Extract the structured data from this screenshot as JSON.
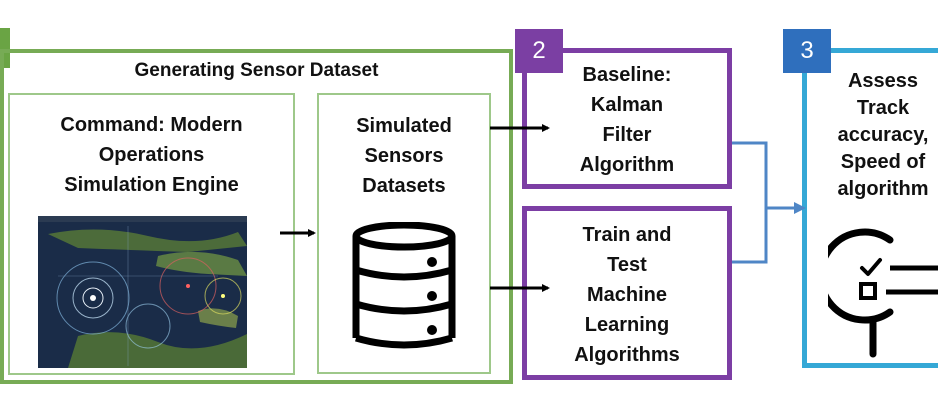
{
  "stage1": {
    "title": "Generating Sensor Dataset",
    "command": {
      "lines": [
        "Command: Modern",
        "Operations",
        "Simulation Engine"
      ]
    },
    "screenshot_icon": "simulation-map-screenshot",
    "simulated": {
      "lines": [
        "Simulated",
        "Sensors",
        "Datasets"
      ]
    },
    "database_icon": "database-icon"
  },
  "stage2": {
    "badge": "2",
    "baseline": {
      "lines": [
        "Baseline:",
        "Kalman",
        "Filter",
        "Algorithm"
      ]
    },
    "ml": {
      "lines": [
        "Train and",
        "Test",
        "Machine",
        "Learning",
        "Algorithms"
      ]
    }
  },
  "stage3": {
    "badge": "3",
    "assess": {
      "lines": [
        "Assess",
        "Track",
        "accuracy,",
        "Speed of",
        "algorithm"
      ]
    },
    "icon": "checklist-magnifier-icon"
  },
  "colors": {
    "stage1_border": "#77ab55",
    "stage1_inner_border": "#9ec88a",
    "stage2_border": "#7c3ea4",
    "stage3_border": "#35a8d6",
    "badge1": "#6aa444",
    "badge2": "#7b3fa3",
    "badge3": "#2f6fbd",
    "connector": "#4f86c6",
    "arrow": "#000000"
  }
}
